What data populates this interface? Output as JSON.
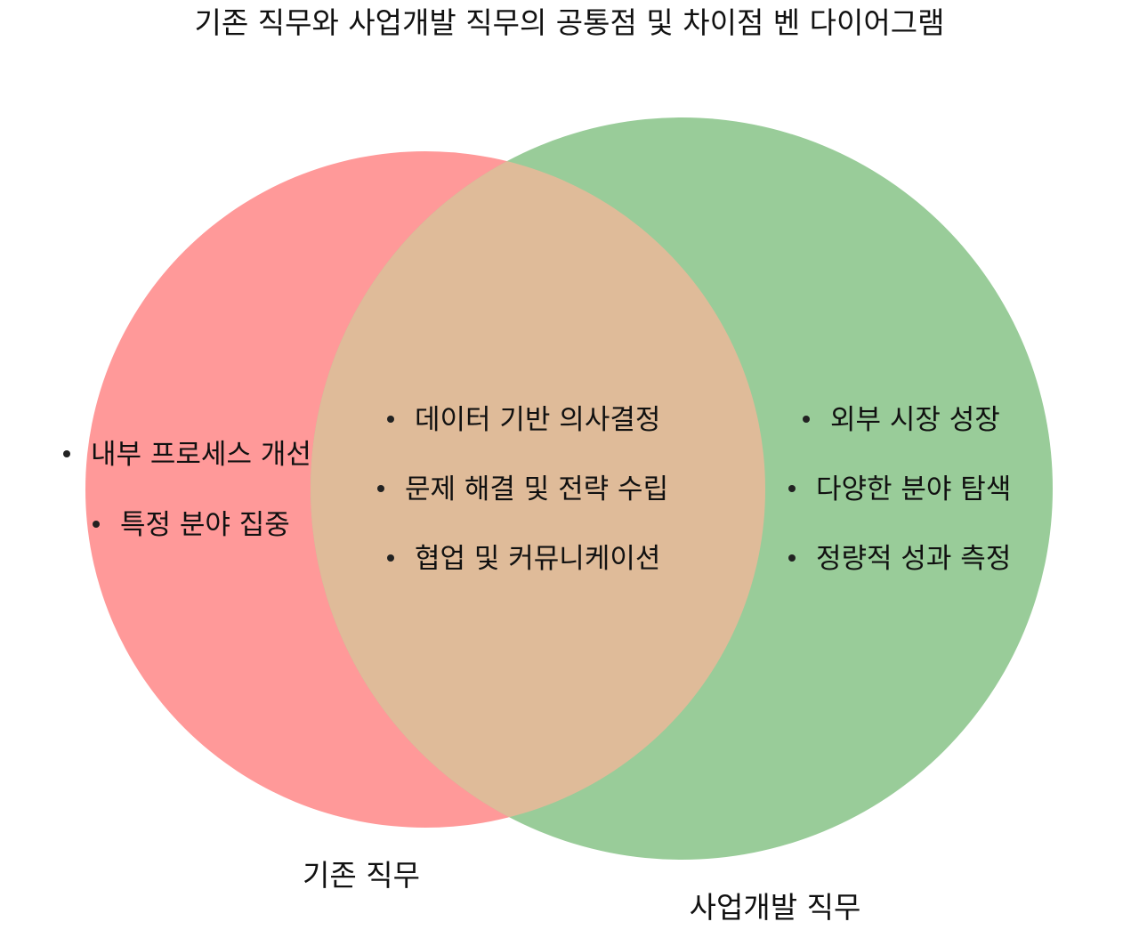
{
  "title": "기존 직무와 사업개발 직무의 공통점 및 차이점 벤 다이어그램",
  "sets": {
    "left": {
      "label": "기존 직무",
      "color": "#ff9999",
      "items": [
        "내부 프로세스 개선",
        "특정 분야 집중"
      ]
    },
    "right": {
      "label": "사업개발 직무",
      "color": "#99cc99",
      "items": [
        "외부 시장 성장",
        "다양한 분야 탐색",
        "정량적 성과 측정"
      ]
    },
    "intersection": {
      "color": "#dfbb99",
      "items": [
        "데이터 기반 의사결정",
        "문제 해결 및 전략 수립",
        "협업 및 커뮤니케이션"
      ]
    }
  }
}
